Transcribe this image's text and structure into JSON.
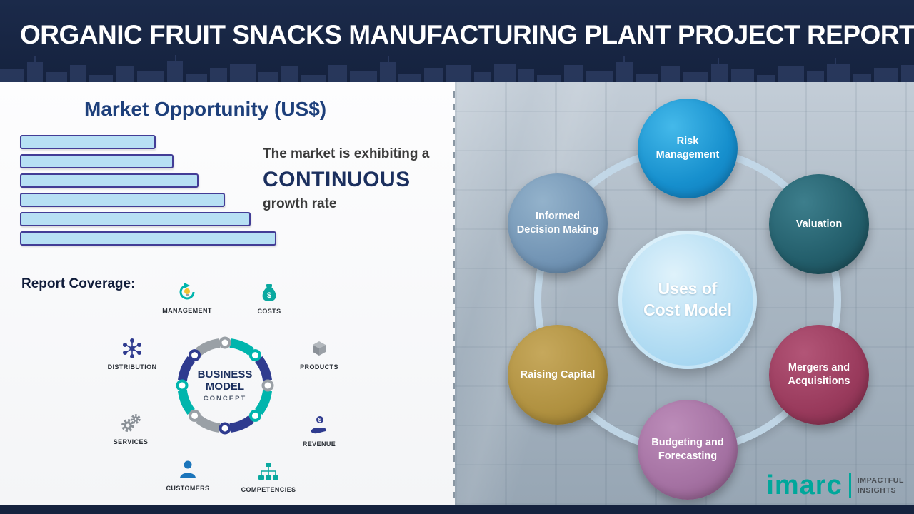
{
  "header": {
    "title": "ORGANIC FRUIT SNACKS MANUFACTURING PLANT PROJECT REPORT"
  },
  "market": {
    "title": "Market Opportunity (US$)",
    "note_line1": "The market is exhibiting a",
    "note_emphasis": "CONTINUOUS",
    "note_line3": "growth rate"
  },
  "chart_data": {
    "type": "bar",
    "orientation": "horizontal",
    "title": "Market Opportunity (US$)",
    "categories": [
      "",
      "",
      "",
      "",
      "",
      ""
    ],
    "values": [
      190,
      215,
      250,
      287,
      323,
      359
    ],
    "value_unit": "relative bar length (px), axis unlabeled",
    "note": "Six ascending bars indicating a continuous growth rate",
    "bar_fill": "#b7e0f4",
    "bar_border": "#433d96",
    "grid": "off",
    "legend": "none"
  },
  "report_coverage": {
    "label": "Report Coverage:",
    "business_model": {
      "center_line1": "BUSINESS",
      "center_line2": "MODEL",
      "center_line3": "CONCEPT",
      "items": [
        {
          "label": "MANAGEMENT"
        },
        {
          "label": "COSTS"
        },
        {
          "label": "DISTRIBUTION"
        },
        {
          "label": "PRODUCTS"
        },
        {
          "label": "SERVICES"
        },
        {
          "label": "REVENUE"
        },
        {
          "label": "CUSTOMERS"
        },
        {
          "label": "COMPETENCIES"
        }
      ],
      "ring_colors": [
        "#00b5ad",
        "#2f3b8f",
        "#9aa0a6"
      ]
    }
  },
  "cost_model": {
    "center_line1": "Uses of",
    "center_line2": "Cost Model",
    "center_color": "#a9d8f2",
    "items": [
      {
        "label": "Risk Management",
        "color": "#168fcd"
      },
      {
        "label": "Valuation",
        "color": "#235e6b"
      },
      {
        "label": "Mergers and Acquisitions",
        "color": "#993a5c"
      },
      {
        "label": "Budgeting and Forecasting",
        "color": "#a471a2"
      },
      {
        "label": "Raising Capital",
        "color": "#b09140"
      },
      {
        "label": "Informed Decision Making",
        "color": "#7395b5"
      }
    ]
  },
  "branding": {
    "logo_text": "imarc",
    "tagline_line1": "IMPACTFUL",
    "tagline_line2": "INSIGHTS",
    "brand_color": "#00a79b"
  }
}
